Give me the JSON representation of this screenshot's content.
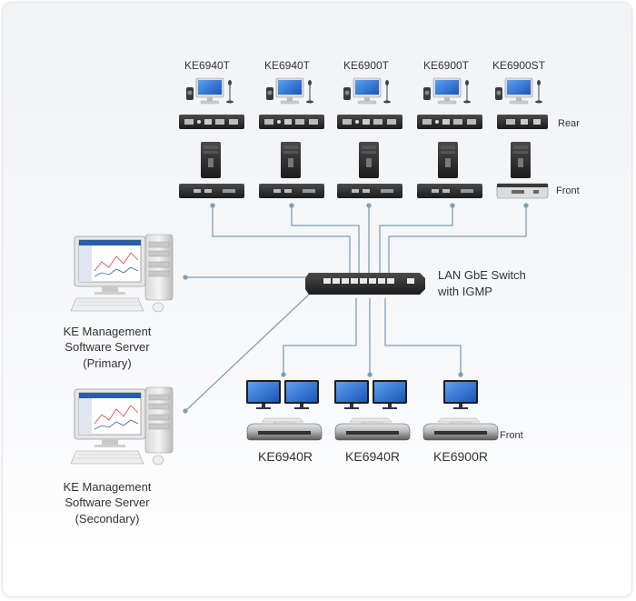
{
  "transmitters": {
    "models": [
      "KE6940T",
      "KE6940T",
      "KE6900T",
      "KE6900T",
      "KE6900ST"
    ],
    "rear_label": "Rear",
    "front_label": "Front"
  },
  "switch": {
    "line1": "LAN GbE Switch",
    "line2": "with IGMP"
  },
  "servers": {
    "primary": [
      "KE Management",
      "Software Server",
      "(Primary)"
    ],
    "secondary": [
      "KE Management",
      "Software Server",
      "(Secondary)"
    ]
  },
  "receivers": {
    "models": [
      "KE6940R",
      "KE6940R",
      "KE6900R"
    ],
    "front_label": "Front"
  },
  "colors": {
    "cable": "#7f9fb2",
    "device": "#2b2b2b",
    "monitor_screen": "#2b6fd1"
  }
}
